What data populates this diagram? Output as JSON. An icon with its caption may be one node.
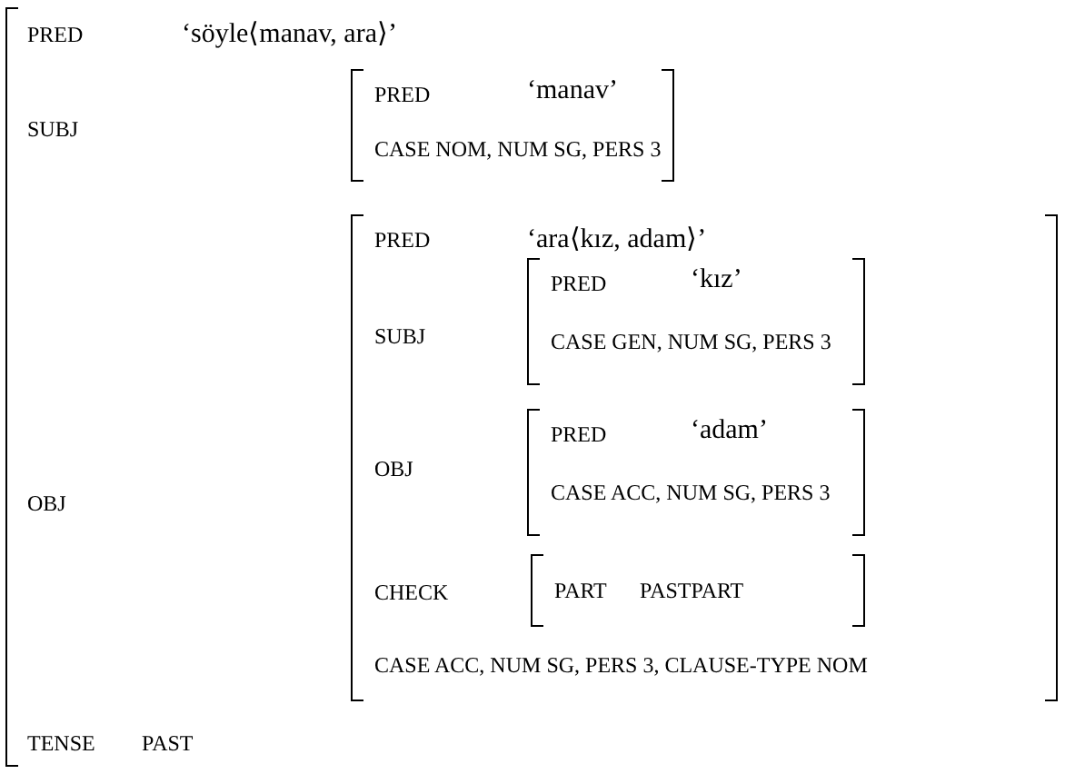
{
  "diagram": {
    "nodes": [
      {
        "text": [
          "PRED",
          "‘söyle⟨manav, ara⟩’",
          "SUBJ",
          "OBJ",
          "TENSE",
          "PAST"
        ]
      },
      {
        "text": [
          "PRED",
          "‘manav’",
          "CASE NOM, NUM SG, PERS 3"
        ],
        "in": 0
      },
      {
        "text": [
          "PRED",
          "‘ara⟨kız, adam⟩’",
          "SUBJ",
          "OBJ",
          "CHECK",
          "CASE ACC, NUM SG, PERS 3, CLAUSE-TYPE NOM"
        ],
        "in": 0
      },
      {
        "text": [
          "PRED",
          "‘kız’",
          "CASE GEN, NUM SG, PERS 3"
        ],
        "in": 2
      },
      {
        "text": [
          "PRED",
          "‘adam’",
          "CASE ACC, NUM SG, PERS 3"
        ],
        "in": 2
      },
      {
        "text": [
          "PART",
          "PASTPART"
        ],
        "in": 2
      }
    ]
  }
}
